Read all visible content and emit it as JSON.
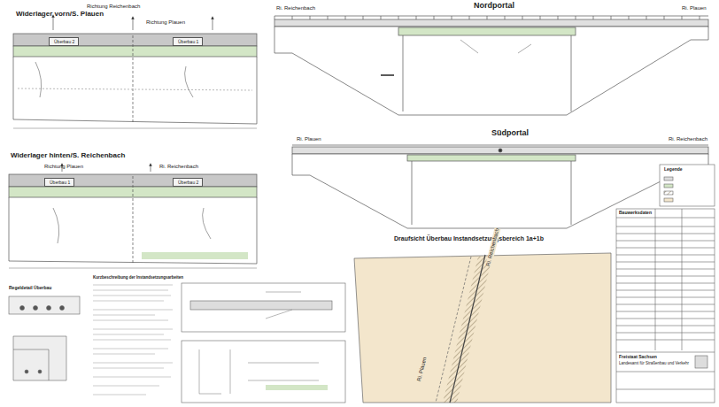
{
  "diagram": {
    "nodes": [
      {
        "text": [
          "Überbau 2"
        ]
      },
      {
        "text": [
          "Überbau 1"
        ]
      },
      {
        "text": [
          "Überbau 1"
        ]
      },
      {
        "text": [
          "Überbau 2"
        ]
      }
    ],
    "labels": [
      "Widerlager vorn/S. Plauen",
      "Richtung Reichenbach",
      "Richtung Plauen",
      "Nordportal",
      "Ri. Reichenbach",
      "Ri. Plauen",
      "Widerlager hinten/S. Reichenbach",
      "Richtung Plauen",
      "Ri. Reichenbach",
      "Südportal",
      "Ri. Plauen",
      "Ri. Reichenbach",
      "Legende",
      "Draufsicht Überbau Instandsetzungsbereich 1a+1b",
      "Ri. Reichenbach",
      "Ri. Plauen",
      "Kurzbeschreibung der Instandsetzungsarbeiten",
      "Regeldetail Überbau",
      "Bauwerksdaten",
      "Freistaat Sachsen",
      "Landesamt für Straßenbau und Verkehr"
    ]
  }
}
